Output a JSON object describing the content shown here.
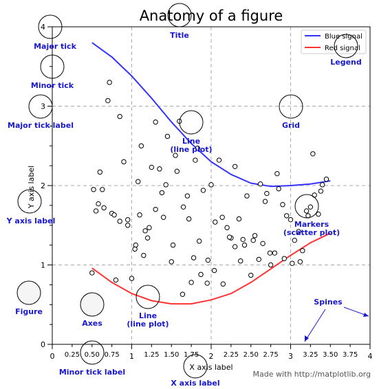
{
  "chart_data": {
    "type": "line",
    "title": "Anatomy of a figure",
    "xlabel": "X axis label",
    "ylabel": "Y axis label",
    "xlim": [
      0,
      4
    ],
    "ylim": [
      0,
      4
    ],
    "grid": true,
    "legend_position": "top-right",
    "x_major_ticks": [
      "0",
      "1",
      "2",
      "3",
      "4"
    ],
    "x_minor_ticks": [
      "0.25",
      "0.50",
      "0.75",
      "1.25",
      "1.50",
      "1.75",
      "2.25",
      "2.50",
      "2.75",
      "3.25",
      "3.50",
      "3.75"
    ],
    "y_major_ticks": [
      "0",
      "1",
      "2",
      "3",
      "4"
    ],
    "series": [
      {
        "name": "Blue signal",
        "color": "#3333ff",
        "x": [
          0.5,
          0.75,
          1.0,
          1.25,
          1.5,
          1.75,
          2.0,
          2.25,
          2.5,
          2.75,
          3.0,
          3.25,
          3.5
        ],
        "y": [
          3.8,
          3.62,
          3.38,
          3.1,
          2.8,
          2.53,
          2.3,
          2.14,
          2.03,
          1.99,
          2.0,
          2.02,
          2.06
        ]
      },
      {
        "name": "Red signal",
        "color": "#ff3333",
        "x": [
          0.5,
          0.75,
          1.0,
          1.25,
          1.5,
          1.75,
          2.0,
          2.25,
          2.5,
          2.75,
          3.0,
          3.25,
          3.5
        ],
        "y": [
          0.96,
          0.78,
          0.64,
          0.55,
          0.51,
          0.51,
          0.56,
          0.64,
          0.78,
          0.95,
          1.12,
          1.28,
          1.4
        ]
      },
      {
        "name": "",
        "type": "scatter",
        "x": [
          0.5,
          0.55,
          0.6,
          0.65,
          0.7,
          0.75,
          0.8,
          0.85,
          0.9,
          0.95,
          1.0,
          1.05,
          1.1,
          1.15,
          1.2,
          1.25,
          1.3,
          1.35,
          1.4,
          1.45,
          1.5,
          1.55,
          1.6,
          1.65,
          1.7,
          1.75,
          1.8,
          1.85,
          1.9,
          1.95,
          2.0,
          2.05,
          2.1,
          2.15,
          2.2,
          2.25,
          2.3,
          2.35,
          2.4,
          2.45,
          2.5,
          2.55,
          2.6,
          2.65,
          2.7,
          2.75,
          2.8,
          2.85,
          2.9,
          2.95,
          3.0,
          3.05,
          3.1,
          3.15,
          3.2,
          3.25,
          3.3,
          3.35,
          3.4,
          3.45,
          0.58,
          0.72,
          0.85,
          0.95,
          1.08,
          1.17,
          1.22,
          1.3,
          1.38,
          1.43,
          1.52,
          1.64,
          1.72,
          1.78,
          1.87,
          1.96,
          2.04,
          2.14,
          2.23,
          2.3,
          2.37,
          2.42,
          2.53,
          2.62,
          2.74,
          2.83,
          2.92,
          3.02,
          3.12,
          3.22,
          3.28,
          3.38,
          0.52,
          0.63,
          0.78,
          1.04,
          1.12,
          1.57,
          1.83,
          2.68
        ],
        "y": [
          0.9,
          1.68,
          2.17,
          1.72,
          3.07,
          1.65,
          0.81,
          1.55,
          2.3,
          1.5,
          0.83,
          1.25,
          1.63,
          1.12,
          1.34,
          2.23,
          2.8,
          2.21,
          1.6,
          2.62,
          1.04,
          2.38,
          2.81,
          1.73,
          1.87,
          0.78,
          2.32,
          1.3,
          1.94,
          0.77,
          2.01,
          1.54,
          2.32,
          0.76,
          1.47,
          1.34,
          2.24,
          1.58,
          1.32,
          1.87,
          0.87,
          1.37,
          1.07,
          1.27,
          1.9,
          1.0,
          1.15,
          1.96,
          1.76,
          1.62,
          1.57,
          1.31,
          1.42,
          1.18,
          1.68,
          1.73,
          1.88,
          1.64,
          2.01,
          2.08,
          1.77,
          3.3,
          2.87,
          1.57,
          2.05,
          1.43,
          1.47,
          1.7,
          1.91,
          2.01,
          1.25,
          0.63,
          1.58,
          1.09,
          0.88,
          1.06,
          0.93,
          1.6,
          1.35,
          1.23,
          1.05,
          1.25,
          1.31,
          2.02,
          1.15,
          2.15,
          1.08,
          1.02,
          1.04,
          1.62,
          2.4,
          1.93,
          1.95,
          1.95,
          1.63,
          1.2,
          2.5,
          2.18,
          2.47,
          1.8
        ]
      }
    ],
    "annotations": [
      "Major tick",
      "Minor tick",
      "Major tick label",
      "Title",
      "Legend",
      "Grid",
      "Line\n(line plot)",
      "Y axis label",
      "Markers\n(scatter plot)",
      "Figure",
      "Axes",
      "Line\n(line plot)",
      "Spines",
      "Minor tick label",
      "X axis label"
    ],
    "footer": "Made with http://matplotlib.org"
  },
  "colors": {
    "annotation": "#1717d0",
    "blue": "#3333ff",
    "red": "#ff3333"
  }
}
